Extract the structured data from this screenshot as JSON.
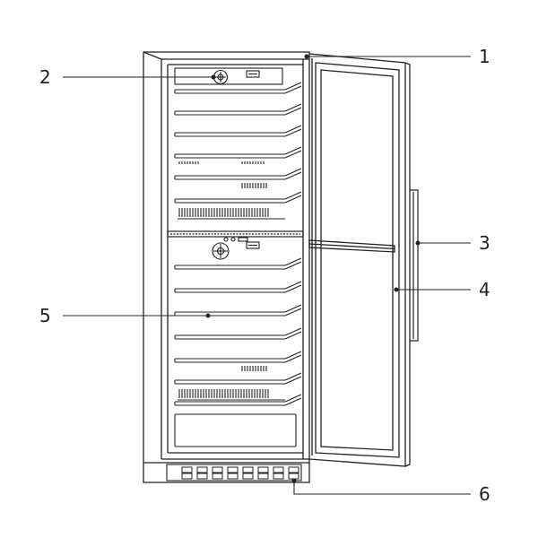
{
  "callouts": [
    {
      "id": "1",
      "label": "1"
    },
    {
      "id": "2",
      "label": "2"
    },
    {
      "id": "3",
      "label": "3"
    },
    {
      "id": "4",
      "label": "4"
    },
    {
      "id": "5",
      "label": "5"
    },
    {
      "id": "6",
      "label": "6"
    }
  ],
  "colors": {
    "line": "#222222",
    "background": "#ffffff"
  },
  "icons": {
    "fan": "fan-icon",
    "control_panel": "control-panel-icon"
  }
}
